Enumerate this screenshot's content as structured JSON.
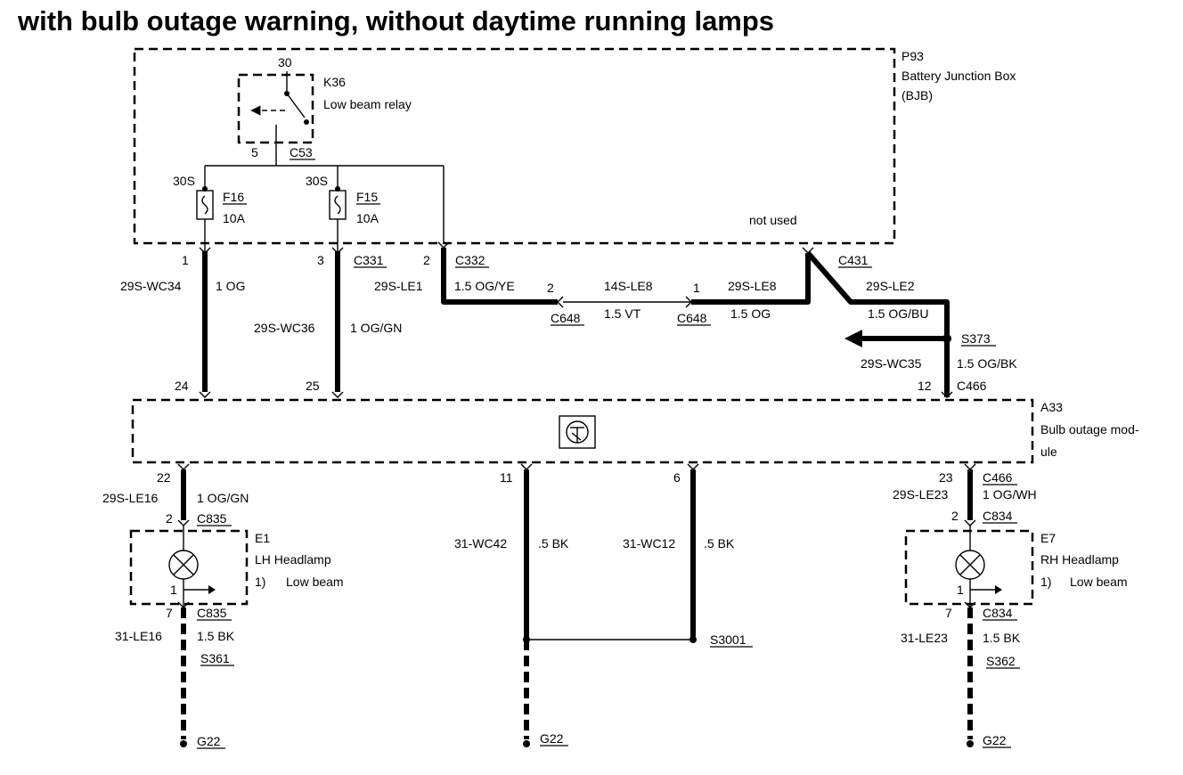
{
  "title": "with bulb outage warning, without daytime running lamps",
  "components": {
    "p93": {
      "id": "P93",
      "name": "Battery Junction Box",
      "abbr": "(BJB)",
      "note": "not used"
    },
    "k36": {
      "id": "K36",
      "name": "Low beam relay",
      "pin_top": "30",
      "pin_bottom": "5",
      "connector": "C53"
    },
    "f16": {
      "id": "F16",
      "rating": "10A",
      "pin": "30S"
    },
    "f15": {
      "id": "F15",
      "rating": "10A",
      "pin": "30S"
    },
    "a33": {
      "id": "A33",
      "name_l1": "Bulb outage mod-",
      "name_l2": "ule"
    },
    "e1": {
      "id": "E1",
      "name": "LH Headlamp",
      "note_num": "1)",
      "note": "Low beam"
    },
    "e7": {
      "id": "E7",
      "name": "RH Headlamp",
      "note_num": "1)",
      "note": "Low beam"
    }
  },
  "wires": {
    "w1": {
      "pin": "1",
      "circuit": "29S-WC34",
      "spec": "1 OG",
      "pin_lower": "24"
    },
    "w3": {
      "pin": "3",
      "connector": "C331",
      "circuit": "29S-WC36",
      "spec": "1 OG/GN",
      "pin_lower": "25"
    },
    "w2": {
      "pin": "2",
      "connector": "C332",
      "circuit": "29S-LE1",
      "spec": "1.5 OG/YE"
    },
    "c648a": {
      "pin": "2",
      "connector": "C648"
    },
    "mid": {
      "circuit": "14S-LE8",
      "spec": "1.5 VT"
    },
    "c648b": {
      "pin": "1",
      "connector": "C648"
    },
    "le8": {
      "circuit": "29S-LE8",
      "spec": "1.5 OG"
    },
    "c431": {
      "connector": "C431"
    },
    "le2": {
      "circuit": "29S-LE2",
      "spec": "1.5 OG/BU"
    },
    "s373": {
      "splice": "S373"
    },
    "wc35": {
      "circuit": "29S-WC35",
      "spec": "1.5 OG/BK",
      "pin": "12",
      "connector": "C466"
    },
    "le16": {
      "pin": "22",
      "circuit": "29S-LE16",
      "spec": "1 OG/GN",
      "pin2": "2",
      "connector": "C835"
    },
    "e1gnd": {
      "pin_lamp": "1",
      "pin": "7",
      "connector": "C835",
      "circuit": "31-LE16",
      "spec": "1.5 BK",
      "splice": "S361",
      "ground": "G22"
    },
    "wc42": {
      "pin": "11",
      "circuit": "31-WC42",
      "spec": ".5 BK",
      "ground": "G22"
    },
    "wc12": {
      "pin": "6",
      "circuit": "31-WC12",
      "spec": ".5 BK",
      "splice": "S3001"
    },
    "le23": {
      "pin": "23",
      "connector": "C466",
      "circuit": "29S-LE23",
      "spec": "1 OG/WH",
      "pin2": "2",
      "connector2": "C834"
    },
    "e7gnd": {
      "pin_lamp": "1",
      "pin": "7",
      "connector": "C834",
      "circuit": "31-LE23",
      "spec": "1.5 BK",
      "splice": "S362",
      "ground": "G22"
    }
  }
}
